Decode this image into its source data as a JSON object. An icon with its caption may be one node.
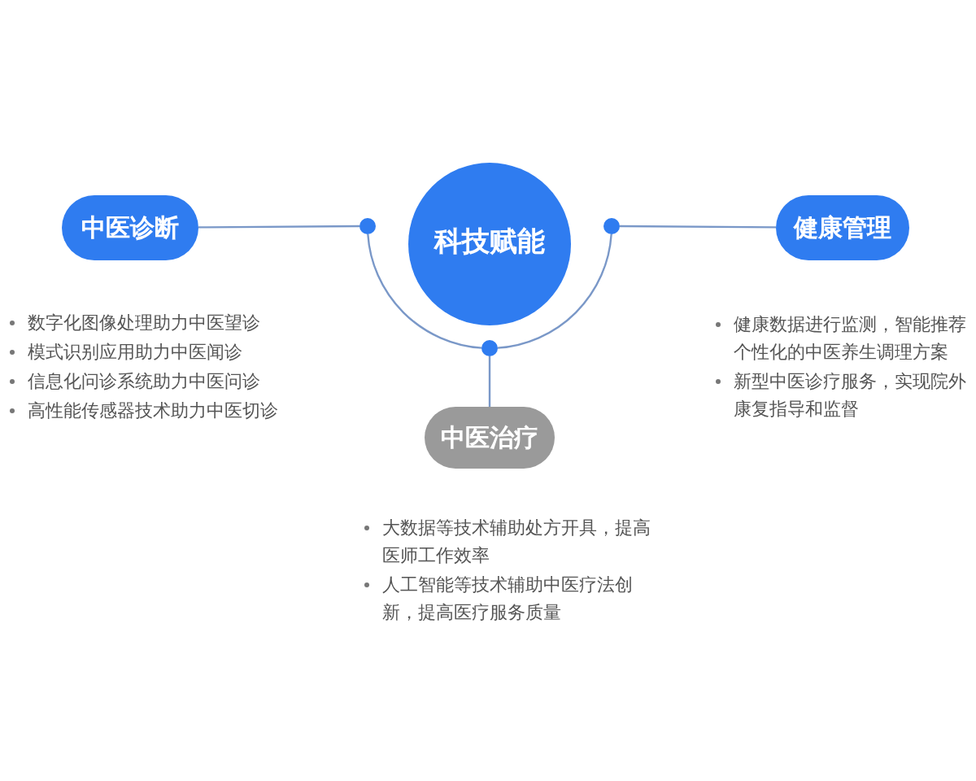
{
  "diagram": {
    "nodes": [
      {
        "text": [
          "科技赋能"
        ]
      },
      {
        "text": [
          "中医诊断"
        ],
        "beside": [
          "数字化图像处理助力中医望诊",
          "模式识别应用助力中医闻诊",
          "信息化问诊系统助力中医问诊",
          "高性能传感器技术助力中医切诊"
        ]
      },
      {
        "text": [
          "健康管理"
        ],
        "beside": [
          "健康数据进行监测，智能推荐个性化的中医养生调理方案",
          "新型中医诊疗服务，实现院外康复指导和监督"
        ]
      },
      {
        "text": [
          "中医治疗"
        ],
        "beside": [
          "大数据等技术辅助处方开具，提高医师工作效率",
          "人工智能等技术辅助中医疗法创新，提高医疗服务质量"
        ]
      },
      {
        "text": [],
        "shape": "circle"
      },
      {
        "text": [],
        "shape": "circle"
      },
      {
        "text": [],
        "shape": "circle"
      }
    ],
    "edges": [
      {
        "from": 4,
        "to": 1,
        "arrow": "none"
      },
      {
        "from": 5,
        "to": 2,
        "arrow": "none"
      },
      {
        "from": 6,
        "to": 3,
        "arrow": "none"
      },
      {
        "from": 4,
        "to": 6,
        "arrow": "none"
      },
      {
        "from": 6,
        "to": 5,
        "arrow": "none"
      }
    ]
  }
}
